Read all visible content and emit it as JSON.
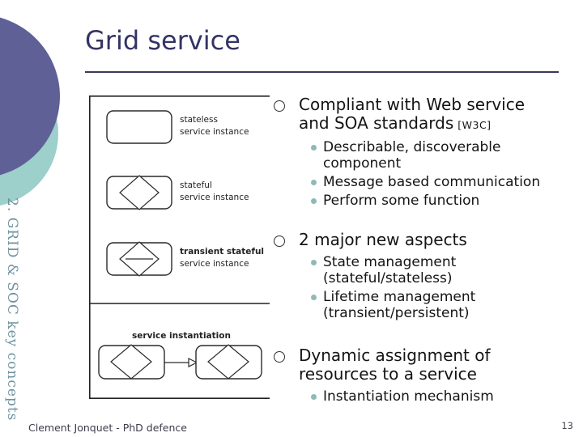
{
  "slide": {
    "title": "Grid service",
    "sidebar_label": "2. GRID & SOC key concepts",
    "footer": "Clement Jonquet - PhD defence",
    "page_number": "13"
  },
  "colors": {
    "title": "#333366",
    "decor_purple": "#5f6096",
    "decor_teal": "#9dcfcb",
    "sidebar_text": "#6e92a0",
    "sub_bullet": "#8fb8b8"
  },
  "diagram": {
    "legend": [
      {
        "line1": "stateless",
        "line2": "service instance"
      },
      {
        "line1": "stateful",
        "line2": "service instance"
      },
      {
        "line1": "transient stateful",
        "line2": "service instance"
      }
    ],
    "caption": "service instantiation"
  },
  "sections": [
    {
      "heading_lines": [
        "Compliant with Web service",
        "and SOA standards"
      ],
      "heading_ref": "[W3C]",
      "items": [
        {
          "lines": [
            "Describable, discoverable",
            "component"
          ]
        },
        {
          "lines": [
            "Message based communication"
          ]
        },
        {
          "lines": [
            "Perform some function"
          ]
        }
      ]
    },
    {
      "heading_lines": [
        "2 major new aspects"
      ],
      "heading_ref": "",
      "items": [
        {
          "lines": [
            "State management",
            "(stateful/stateless)"
          ]
        },
        {
          "lines": [
            "Lifetime management",
            "(transient/persistent)"
          ]
        }
      ]
    },
    {
      "heading_lines": [
        "Dynamic assignment of",
        "resources to a service"
      ],
      "heading_ref": "",
      "items": [
        {
          "lines": [
            "Instantiation mechanism"
          ]
        }
      ]
    }
  ]
}
